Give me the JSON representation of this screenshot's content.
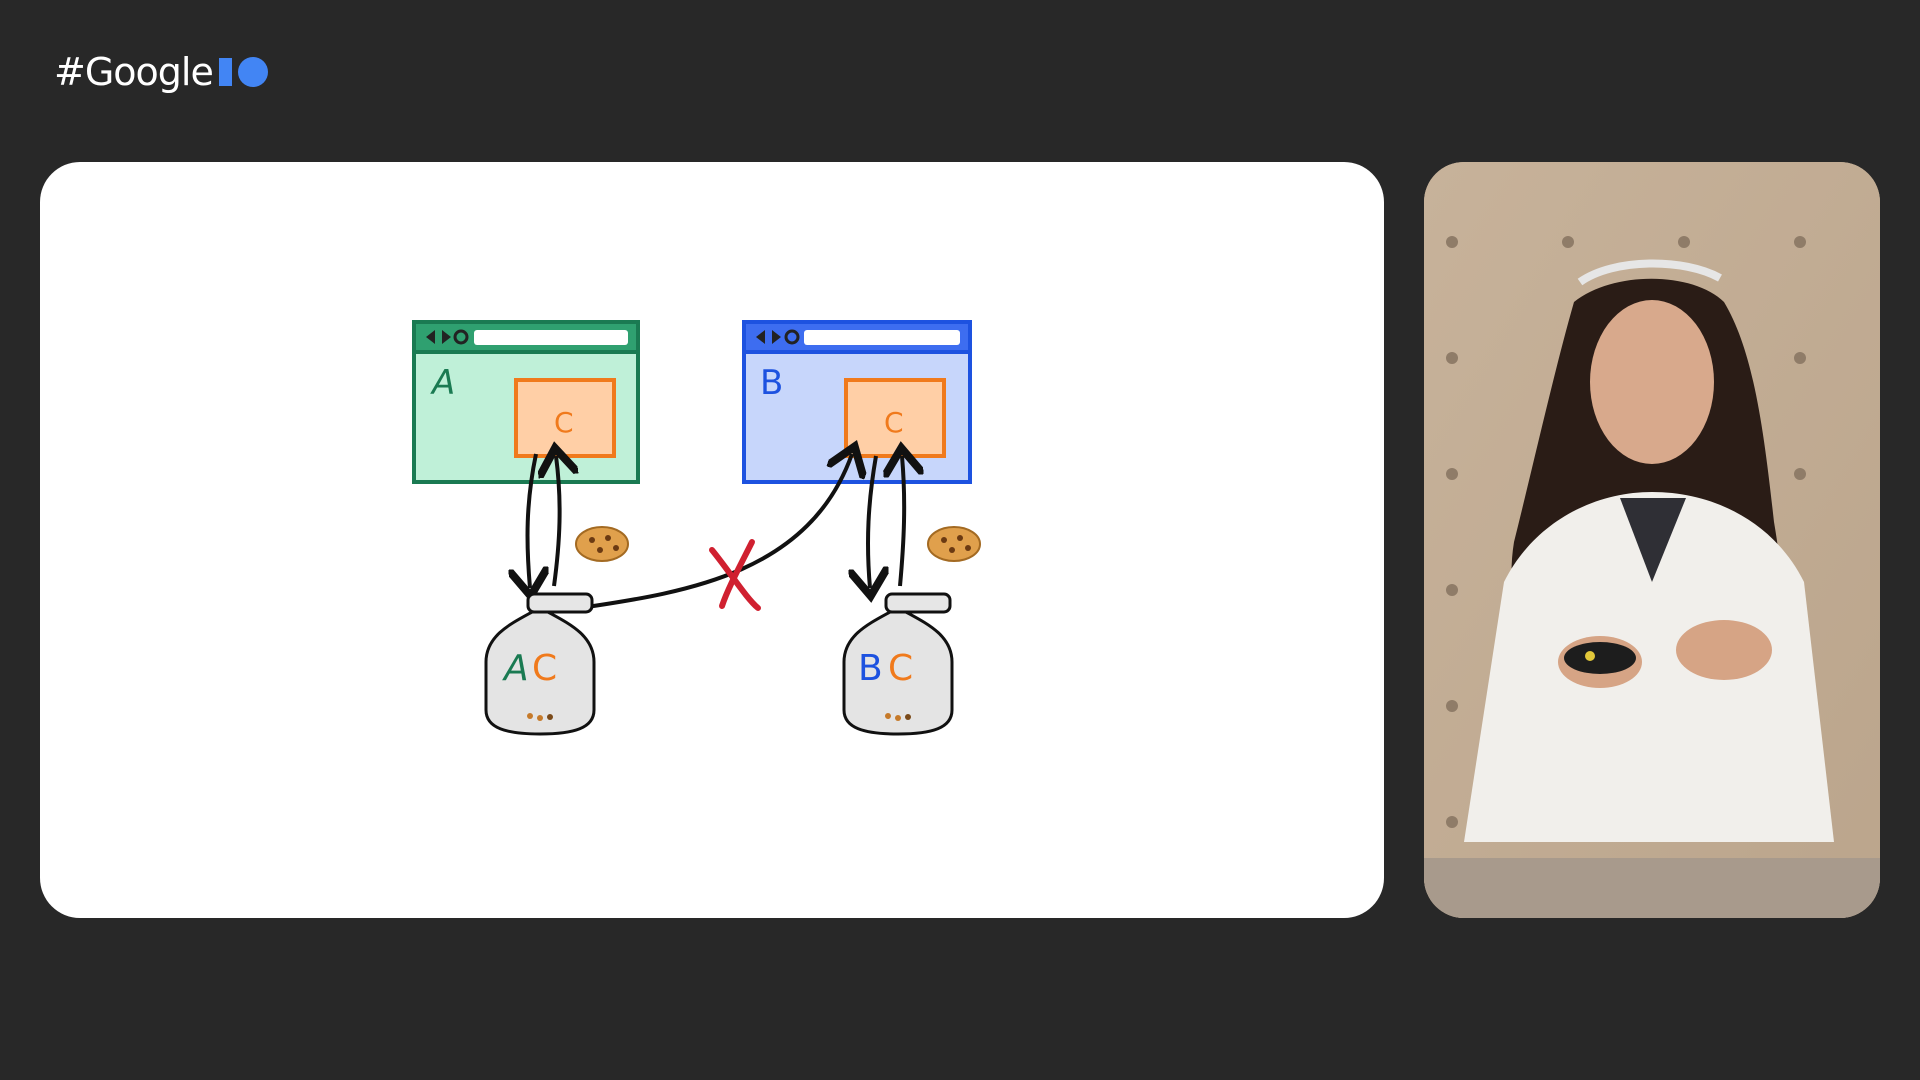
{
  "header": {
    "logo_text": "#GoogleIO",
    "logo_hash_word": "#Google",
    "accent_color": "#4285f4"
  },
  "diagram": {
    "site_a": {
      "label": "A",
      "frame_color": "#1a7a52",
      "fill_color": "#bff0d8"
    },
    "site_b": {
      "label": "B",
      "frame_color": "#1d52e0",
      "fill_color": "#c7d6fb"
    },
    "embed": {
      "label": "C",
      "frame_color": "#f07a1c",
      "fill_color": "#ffcfa6"
    },
    "jar_a": {
      "label_first": "A",
      "label_second": "C"
    },
    "jar_b": {
      "label_first": "B",
      "label_second": "C"
    },
    "blocked_color": "#d02030",
    "icons": [
      "back-icon",
      "forward-icon",
      "reload-icon",
      "cookie-icon",
      "blocked-x-icon",
      "cookie-jar-icon"
    ]
  },
  "speaker_panel": {
    "description_icon": "presenter-video-icon"
  }
}
